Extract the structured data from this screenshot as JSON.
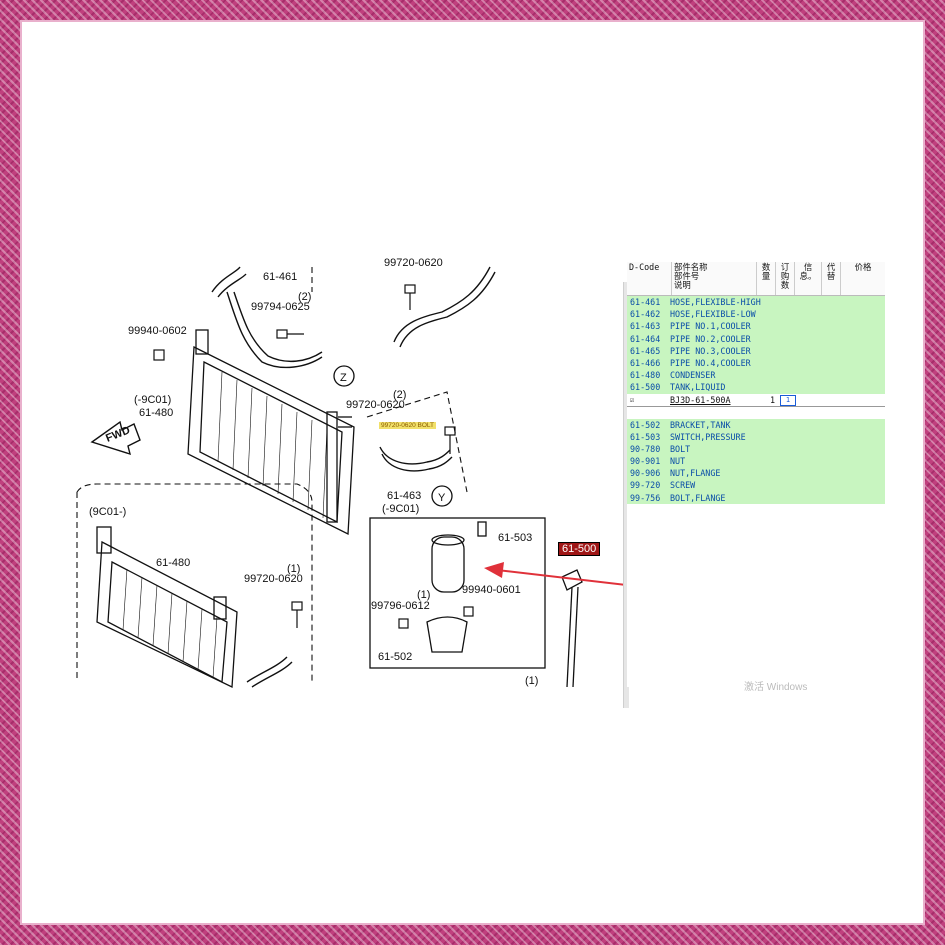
{
  "diagram": {
    "labels": {
      "l61461": "61-461",
      "l99720a": "99720-0620",
      "l99794": "99794-0625",
      "l99794q": "(2)",
      "l99940": "99940-0602",
      "z": "Z",
      "l9c01a": "(-9C01)",
      "l61480a": "61-480",
      "fwd": "FWD",
      "l99720b_q": "(2)",
      "l99720b": "99720-0620",
      "hint": "99720-0620 BOLT",
      "l61463": "61-463",
      "l9c01b": "(-9C01)",
      "y": "Y",
      "l9c01c": "(9C01-)",
      "l61480b": "61-480",
      "l99720c_q": "(1)",
      "l99720c": "99720-0620",
      "l61503": "61-503",
      "part_tag": "61-500",
      "l99796_q": "(1)",
      "l99796": "99796-0612",
      "l99940b": "99940-0601",
      "l61502": "61-502",
      "bottom_q": "(1)"
    }
  },
  "parts_list": {
    "headers": {
      "code": "D-Code",
      "name": "部件名称\n部件号\n说明",
      "qty": "数量",
      "order": "订购数",
      "info": "信息。",
      "sub": "代替",
      "price": "价格"
    },
    "rows_top": [
      {
        "code": "61-461",
        "name": "HOSE,FLEXIBLE-HIGH"
      },
      {
        "code": "61-462",
        "name": "HOSE,FLEXIBLE-LOW"
      },
      {
        "code": "61-463",
        "name": "PIPE NO.1,COOLER"
      },
      {
        "code": "61-464",
        "name": "PIPE NO.2,COOLER"
      },
      {
        "code": "61-465",
        "name": "PIPE NO.3,COOLER"
      },
      {
        "code": "61-466",
        "name": "PIPE NO.4,COOLER"
      },
      {
        "code": "61-480",
        "name": "CONDENSER"
      },
      {
        "code": "61-500",
        "name": "TANK,LIQUID"
      }
    ],
    "selected": {
      "mark": "☑",
      "part_no": "BJ3D-61-500A",
      "qty": "1",
      "order": "1"
    },
    "rows_bottom": [
      {
        "code": "61-502",
        "name": "BRACKET,TANK"
      },
      {
        "code": "61-503",
        "name": "SWITCH,PRESSURE"
      },
      {
        "code": "90-780",
        "name": "BOLT"
      },
      {
        "code": "90-901",
        "name": "NUT"
      },
      {
        "code": "90-906",
        "name": "NUT,FLANGE"
      },
      {
        "code": "99-720",
        "name": "SCREW"
      },
      {
        "code": "99-756",
        "name": "BOLT,FLANGE"
      }
    ]
  },
  "watermark": "激活 Windows",
  "colors": {
    "frame": "#c0407e",
    "highlight": "#c8f5c0",
    "code_text": "#0a4ea8",
    "arrow": "#e0313a"
  }
}
